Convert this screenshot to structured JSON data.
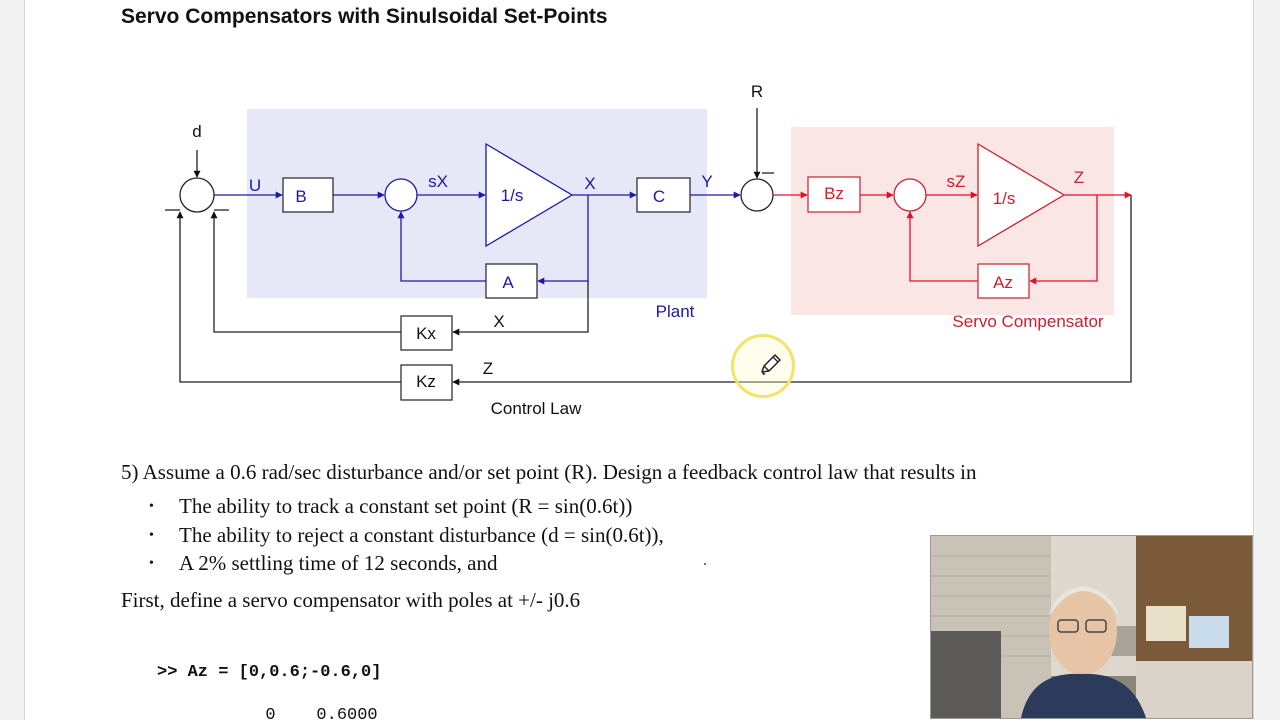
{
  "slide": {
    "title": "Servo Compensators with Sinulsoidal Set-Points"
  },
  "diagram": {
    "signals": {
      "d": "d",
      "u": "U",
      "sx": "sX",
      "x_top": "X",
      "y": "Y",
      "r": "R",
      "sz": "sZ",
      "z_top": "Z",
      "x_feedback": "X",
      "z_feedback": "Z"
    },
    "blocks": {
      "b": "B",
      "integrator_plant": "1/s",
      "c": "C",
      "a": "A",
      "bz": "Bz",
      "integrator_servo": "1/s",
      "az": "Az",
      "kx": "Kx",
      "kz": "Kz"
    },
    "region_labels": {
      "plant": "Plant",
      "servo": "Servo Compensator",
      "control_law": "Control Law"
    },
    "sign_minus": "−",
    "colors": {
      "plant_shade": "#e7e8f7",
      "servo_shade": "#fbe6e6",
      "plant_ink": "#1a1aa8",
      "servo_ink": "#cc1f2e",
      "wire": "#222222"
    }
  },
  "problem": {
    "intro": "5)  Assume a 0.6 rad/sec disturbance and/or set point (R).  Design a feedback control law that results in",
    "bullets": [
      "The ability to track a constant set point (R = sin(0.6t))",
      "The ability to reject a constant disturbance (d = sin(0.6t)),",
      "A 2% settling time of 12 seconds, and"
    ],
    "stray_mark": ".",
    "step": "First, define a servo compensator with poles at +/- j0.6",
    "code_line": ">> Az = [0,0.6;-0.6,0]",
    "code_output": "  0    0.6000"
  },
  "overlay": {
    "cursor_icon": "pencil-icon"
  }
}
